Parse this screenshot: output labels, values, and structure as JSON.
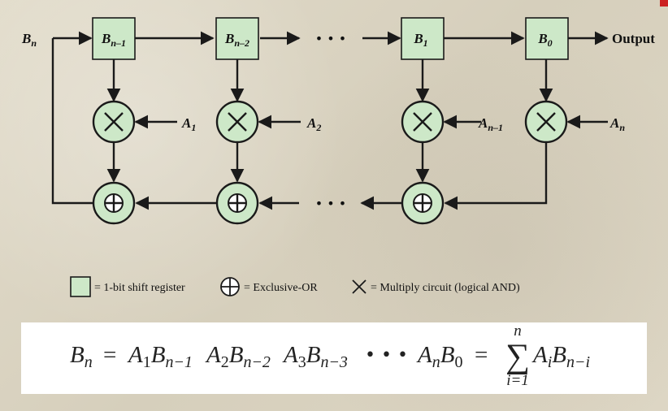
{
  "colors": {
    "register_fill": "#cde8c8",
    "gate_fill": "#cde8c8",
    "stroke": "#1a1a1a",
    "formula_bg": "#ffffff"
  },
  "diagram": {
    "input_label": {
      "base": "B",
      "sub": "n"
    },
    "output_label": "Output",
    "registers": [
      {
        "base": "B",
        "sub": "n–1"
      },
      {
        "base": "B",
        "sub": "n–2"
      },
      {
        "base": "B",
        "sub": "1"
      },
      {
        "base": "B",
        "sub": "0"
      }
    ],
    "coefficients": [
      {
        "base": "A",
        "sub": "1"
      },
      {
        "base": "A",
        "sub": "2"
      },
      {
        "base": "A",
        "sub": "n–1"
      },
      {
        "base": "A",
        "sub": "n"
      }
    ],
    "continuation_dots": "• • •",
    "multiply_symbol": "×",
    "xor_symbol": "⊕"
  },
  "legend": {
    "register_text": "= 1-bit shift register",
    "xor_text": "= Exclusive-OR",
    "multiply_text": "= Multiply circuit (logical AND)"
  },
  "formula": {
    "lhs": {
      "base": "B",
      "sub": "n"
    },
    "eq": "=",
    "terms": [
      {
        "a": "A",
        "asub": "1",
        "b": "B",
        "bsub": "n−1"
      },
      {
        "a": "A",
        "asub": "2",
        "b": "B",
        "bsub": "n−2"
      },
      {
        "a": "A",
        "asub": "3",
        "b": "B",
        "bsub": "n−3"
      }
    ],
    "dots": "• • •",
    "last_term": {
      "a": "A",
      "asub": "n",
      "b": "B",
      "bsub": "0"
    },
    "sum_symbol": "∑",
    "sum_upper": "n",
    "sum_lower": "i=1",
    "sum_term": {
      "a": "A",
      "asub": "i",
      "b": "B",
      "bsub": "n−i"
    }
  }
}
